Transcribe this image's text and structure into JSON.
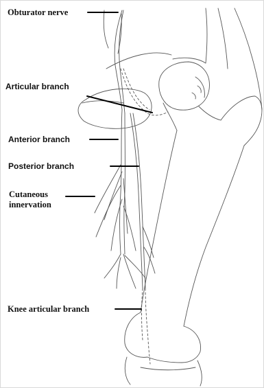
{
  "labels": {
    "obturator_nerve": "Obturator nerve",
    "articular_branch": "Articular branch",
    "anterior_branch": "Anterior branch",
    "posterior_branch": "Posterior branch",
    "cutaneous": "Cutaneous",
    "innervation": "innervation",
    "knee_articular_branch": "Knee articular branch"
  }
}
